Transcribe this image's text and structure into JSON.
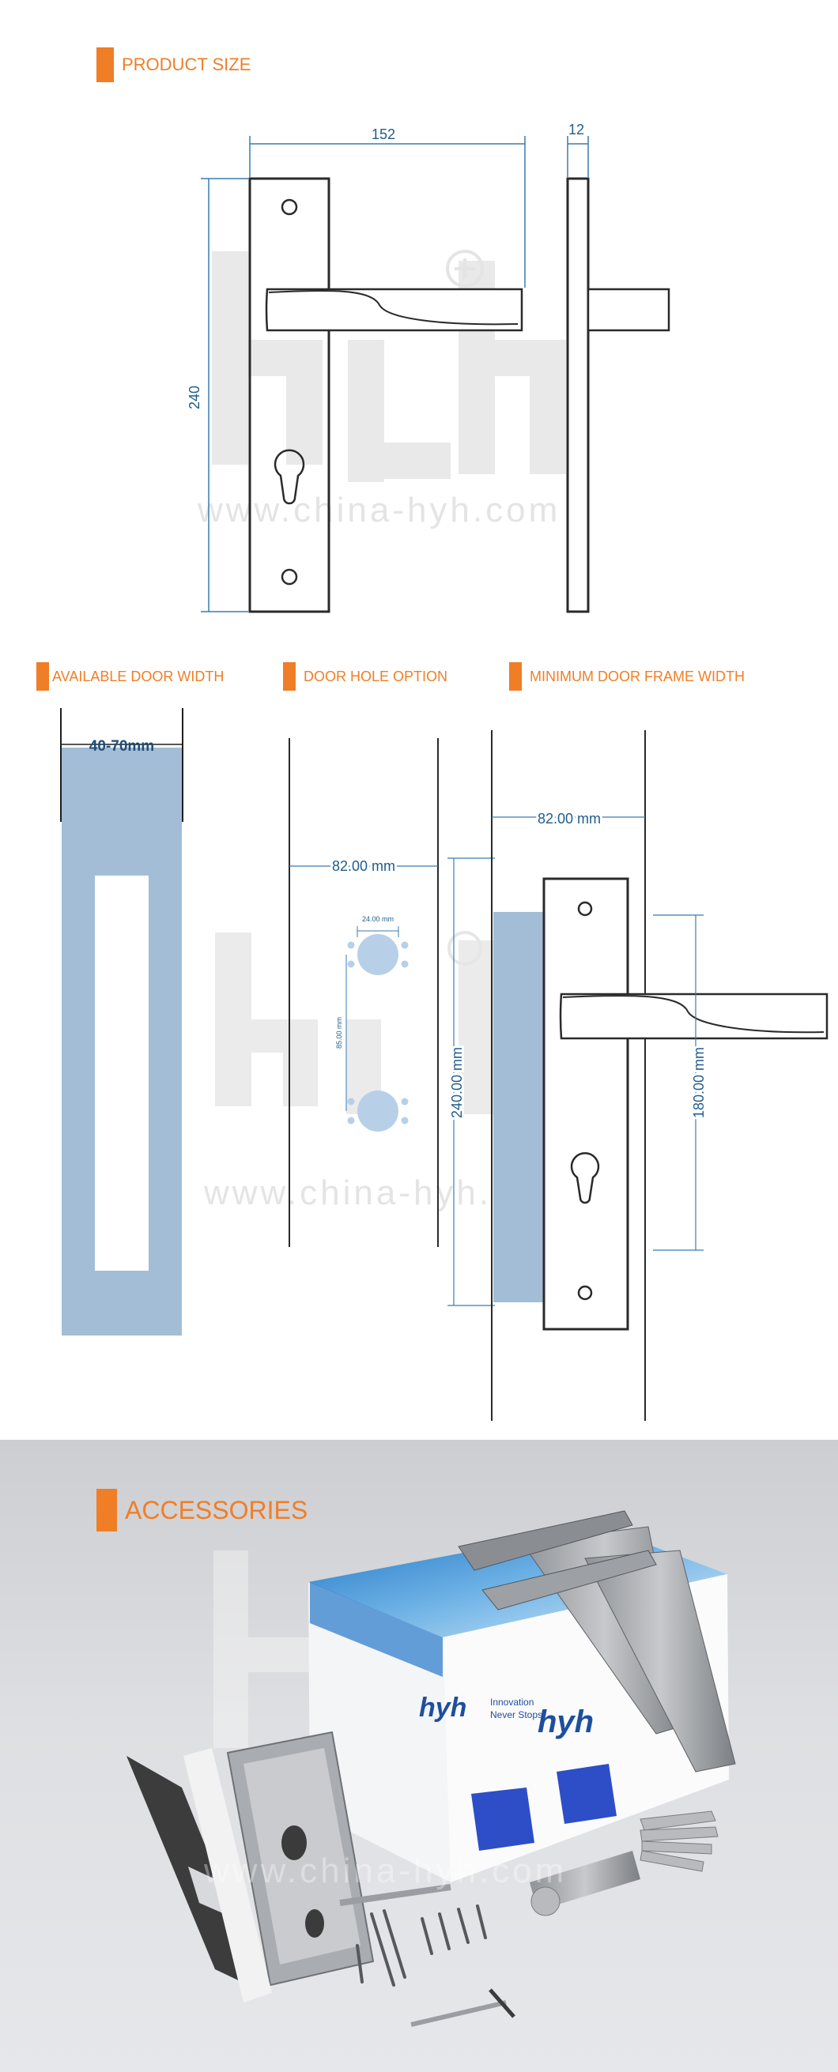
{
  "sections": {
    "product_size": "PRODUCT SIZE",
    "available_door_width": "AVAILABLE DOOR WIDTH",
    "door_hole_option": "DOOR HOLE OPTION",
    "minimum_door_frame_width": "MINIMUM DOOR FRAME WIDTH",
    "accessories": "ACCESSORIES"
  },
  "product_size": {
    "width": "152",
    "thickness": "12",
    "height": "240"
  },
  "door_width": {
    "range": "40-70mm"
  },
  "door_hole": {
    "spacing": "82.00 mm",
    "hole_diameter": "24.00 mm",
    "hole_distance": "85.00 mm",
    "plate_height": "240.00 mm"
  },
  "door_frame": {
    "width": "82.00 mm",
    "height": "180.00 mm"
  },
  "watermark": {
    "url": "www.china-hyh.com",
    "logo": "hyh"
  },
  "box": {
    "brand": "hyh",
    "tagline_1": "Innovation",
    "tagline_2": "Never Stops"
  },
  "colors": {
    "accent": "#f07e26",
    "dimension": "#1f5d8c",
    "door": "#a3bdd6"
  }
}
